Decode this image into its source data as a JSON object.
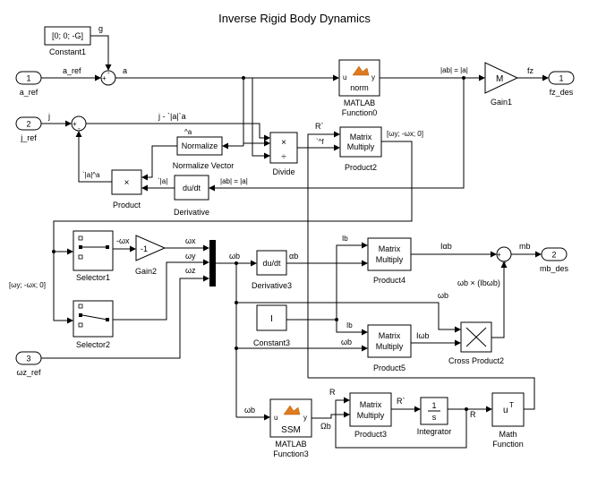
{
  "title": "Inverse Rigid Body Dynamics",
  "inports": [
    {
      "num": "1",
      "name": "a_ref"
    },
    {
      "num": "2",
      "name": "j_ref"
    },
    {
      "num": "3",
      "name": "ωz_ref"
    }
  ],
  "outports": [
    {
      "num": "1",
      "name": "fz_des"
    },
    {
      "num": "2",
      "name": "mb_des"
    }
  ],
  "blocks": {
    "constant1": {
      "value": "[0; 0; -G]",
      "name": "Constant1"
    },
    "sum1": {
      "signs": "+ -"
    },
    "sum2": {
      "signs": "+ -"
    },
    "matlab0": {
      "in": "u",
      "out": "y",
      "label": "norm",
      "name": "MATLAB\nFunction0"
    },
    "gain1": {
      "value": "M",
      "name": "Gain1"
    },
    "normalize": {
      "label": "Normalize",
      "name": "Normalize Vector"
    },
    "divide": {
      "mul": "×",
      "div": "÷",
      "name": "Divide"
    },
    "product": {
      "label": "×",
      "name": "Product"
    },
    "derivative": {
      "label": "du/dt",
      "name": "Derivative"
    },
    "product2": {
      "label1": "Matrix",
      "label2": "Multiply",
      "name": "Product2"
    },
    "selector1": {
      "name": "Selector1"
    },
    "selector2": {
      "name": "Selector2"
    },
    "gain2": {
      "value": "-1",
      "name": "Gain2"
    },
    "derivative3": {
      "label": "du/dt",
      "name": "Derivative3"
    },
    "constant3": {
      "value": "I",
      "name": "Constant3"
    },
    "product4": {
      "label1": "Matrix",
      "label2": "Multiply",
      "name": "Product4"
    },
    "product5": {
      "label1": "Matrix",
      "label2": "Multiply",
      "name": "Product5"
    },
    "sum3": {
      "signs": "+ +"
    },
    "crossproduct2": {
      "label": "×",
      "name": "Cross Product2"
    },
    "matlab3": {
      "in": "u",
      "out": "y",
      "label": "SSM",
      "name": "MATLAB\nFunction3"
    },
    "product3": {
      "label1": "Matrix",
      "label2": "Multiply",
      "name": "Product3"
    },
    "integrator": {
      "num": "1",
      "den": "s",
      "name": "Integrator"
    },
    "mathfunction": {
      "label": "u",
      "sup": "T",
      "name": "Math\nFunction"
    }
  },
  "signals": {
    "g": "g",
    "a_ref": "a_ref",
    "a": "a",
    "j": "j",
    "abs_a_top": "|ab| = |a|",
    "fz": "fz",
    "j_minus": "j - `|a|`a",
    "R_prime": "R`",
    "hat_a": "^a",
    "hat_f": "`^f",
    "wy_wx_right": "[ωy; -ωx; 0]",
    "abs_a_dot_a": "`|a|^a",
    "dot_abs_a": "`|a|",
    "abs_a_mid": "|ab| = |a|",
    "neg_wx": "-ωx",
    "wx": "ωx",
    "wy": "ωy",
    "wz": "ωz",
    "wb_bus": "ωb",
    "alpha_b": "αb",
    "wy_wx_left": "[ωy; -ωx; 0]",
    "Ib_top": "Ib",
    "Iab": "Iαb",
    "mb": "mb",
    "cross": "ωb × (Ibωb)",
    "wb_c": "ωb",
    "Ib_bot": "Ib",
    "Iwb": "Iωb",
    "wb_p5": "ωb",
    "R_p3": "R",
    "Rp_p3": "R`",
    "wb_ssm": "ωb",
    "Omega_b": "Ωb",
    "R_out": "R"
  }
}
